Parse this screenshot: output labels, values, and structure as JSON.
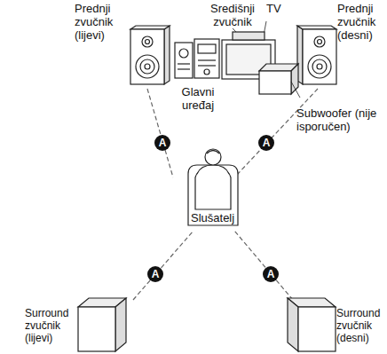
{
  "diagram": {
    "nodes": [
      {
        "text": [
          "A"
        ]
      },
      {
        "text": [
          "A"
        ]
      },
      {
        "text": [
          "A"
        ]
      },
      {
        "text": [
          "A"
        ]
      }
    ],
    "labels": [
      "Središnji zvučnik",
      "TV",
      "Prednji zvučnik (lijevi)",
      "Prednji zvučnik (desni)",
      "Glavni uređaj",
      "Subwoofer (nije isporučen)",
      "Slušatelj",
      "Surround zvučnik (lijevi)",
      "Surround zvučnik (desni)"
    ]
  }
}
